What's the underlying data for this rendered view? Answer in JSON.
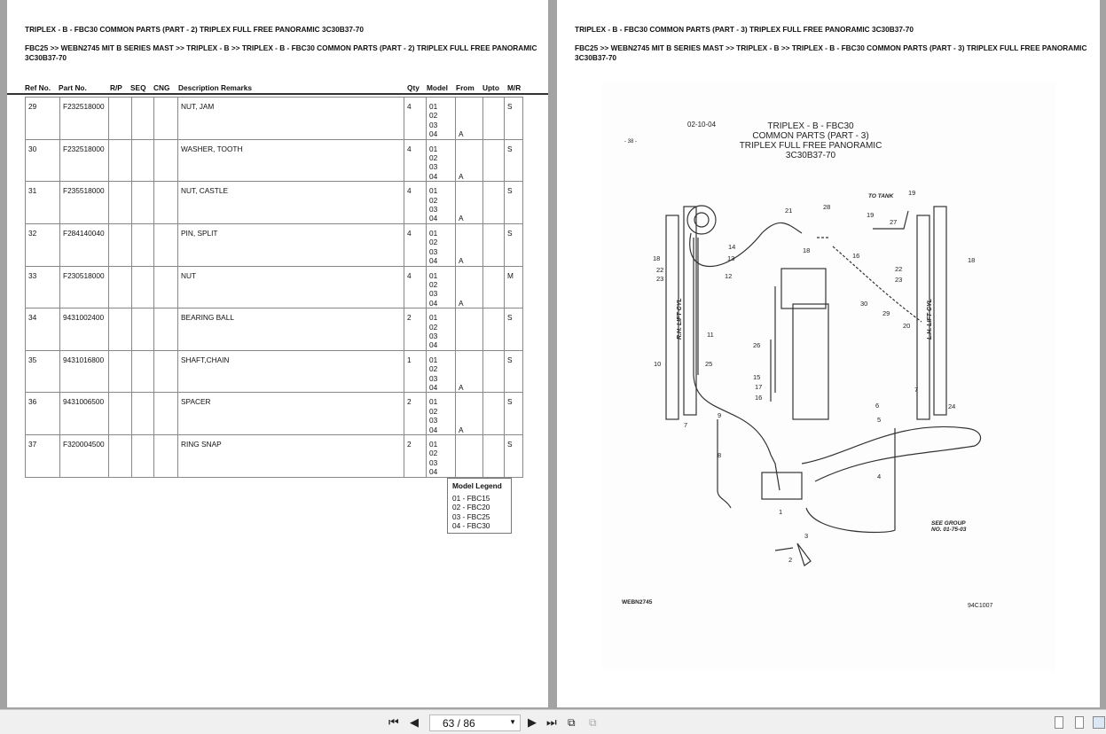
{
  "left_page": {
    "title": "TRIPLEX - B - FBC30 COMMON PARTS (PART - 2) TRIPLEX FULL FREE PANORAMIC 3C30B37-70",
    "breadcrumb": "FBC25 >> WEBN2745 MIT B SERIES MAST >> TRIPLEX - B >> TRIPLEX - B - FBC30 COMMON PARTS (PART - 2) TRIPLEX FULL FREE PANORAMIC 3C30B37-70",
    "columns": [
      "Ref No.",
      "Part No.",
      "R/P",
      "SEQ",
      "CNG",
      "Description Remarks",
      "Qty",
      "Model",
      "From",
      "Upto",
      "M/R"
    ],
    "rows": [
      {
        "ref": "29",
        "part": "F232518000",
        "desc": "NUT, JAM",
        "qty": "4",
        "models": "01\n02\n03\n04",
        "from": "\n\n\nA",
        "mr": "S"
      },
      {
        "ref": "30",
        "part": "F232518000",
        "desc": "WASHER, TOOTH",
        "qty": "4",
        "models": "01\n02\n03\n04",
        "from": "\n\n\nA",
        "mr": "S"
      },
      {
        "ref": "31",
        "part": "F235518000",
        "desc": "NUT, CASTLE",
        "qty": "4",
        "models": "01\n02\n03\n04",
        "from": "\n\n\nA",
        "mr": "S"
      },
      {
        "ref": "32",
        "part": "F284140040",
        "desc": "PIN, SPLIT",
        "qty": "4",
        "models": "01\n02\n03\n04",
        "from": "\n\n\nA",
        "mr": "S"
      },
      {
        "ref": "33",
        "part": "F230518000",
        "desc": "NUT",
        "qty": "4",
        "models": "01\n02\n03\n04",
        "from": "\n\n\nA",
        "mr": "M"
      },
      {
        "ref": "34",
        "part": "9431002400",
        "desc": "BEARING BALL",
        "qty": "2",
        "models": "01\n02\n03\n04",
        "from": "",
        "mr": "S"
      },
      {
        "ref": "35",
        "part": "9431016800",
        "desc": "SHAFT,CHAIN",
        "qty": "1",
        "models": "01\n02\n03\n04",
        "from": "\n\n\nA",
        "mr": "S"
      },
      {
        "ref": "36",
        "part": "9431006500",
        "desc": "SPACER",
        "qty": "2",
        "models": "01\n02\n03\n04",
        "from": "\n\n\nA",
        "mr": "S"
      },
      {
        "ref": "37",
        "part": "F320004500",
        "desc": "RING SNAP",
        "qty": "2",
        "models": "01\n02\n03\n04",
        "from": "",
        "mr": "S"
      }
    ],
    "legend": {
      "title": "Model Legend",
      "items": [
        "01 - FBC15",
        "02 - FBC20",
        "03 - FBC25",
        "04 - FBC30"
      ]
    }
  },
  "right_page": {
    "title": "TRIPLEX - B - FBC30 COMMON PARTS (PART - 3) TRIPLEX FULL FREE PANORAMIC 3C30B37-70",
    "breadcrumb": "FBC25 >> WEBN2745 MIT B SERIES MAST >> TRIPLEX - B >> TRIPLEX - B - FBC30 COMMON PARTS (PART - 3) TRIPLEX FULL FREE PANORAMIC 3C30B37-70",
    "diagram": {
      "date": "02-10-04",
      "page_no": "- 38 -",
      "heading": [
        "TRIPLEX - B - FBC30",
        "COMMON PARTS (PART - 3)",
        "TRIPLEX FULL FREE PANORAMIC",
        "3C30B37-70"
      ],
      "to_tank": "TO TANK",
      "rh_cyl": "R.H. LIFT CYL",
      "lh_cyl": "L.H. LIFT CYL",
      "see_group": "SEE GROUP\nNO. 01-75-03",
      "code_left": "WEBN2745",
      "code_right": "94C1007",
      "callouts": [
        "1",
        "2",
        "3",
        "4",
        "5",
        "6",
        "7",
        "7",
        "8",
        "9",
        "10",
        "11",
        "12",
        "13",
        "14",
        "15",
        "16",
        "16",
        "17",
        "18",
        "18",
        "18",
        "19",
        "19",
        "20",
        "21",
        "22",
        "22",
        "23",
        "23",
        "24",
        "25",
        "26",
        "27",
        "28",
        "29",
        "30"
      ]
    }
  },
  "toolbar": {
    "page_indicator": "63 / 86"
  }
}
